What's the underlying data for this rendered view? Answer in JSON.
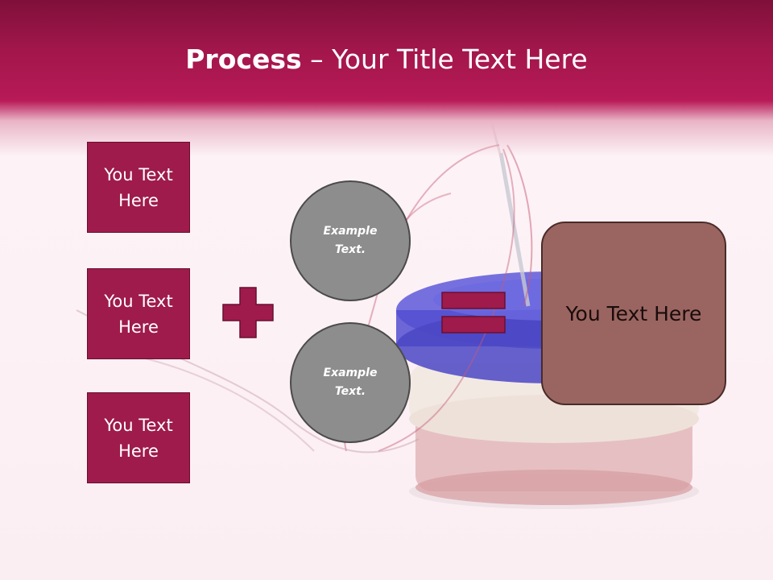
{
  "title": {
    "bold": "Process",
    "separator": " – ",
    "rest": "Your Title Text Here"
  },
  "left_boxes": [
    {
      "line1": "You Text",
      "line2": "Here"
    },
    {
      "line1": "You Text",
      "line2": "Here"
    },
    {
      "line1": "You Text",
      "line2": "Here"
    }
  ],
  "circles": [
    {
      "line1": "Example",
      "line2": "Text."
    },
    {
      "line1": "Example",
      "line2": "Text."
    }
  ],
  "result": {
    "label": "You Text Here"
  },
  "colors": {
    "header": "#b81a57",
    "box_fill": "#9e1b4b",
    "circle_fill": "#8d8d8d",
    "result_fill": "#9a6561",
    "operator": "#9e1b4b"
  },
  "icons": [
    "plus-icon",
    "equals-icon"
  ]
}
